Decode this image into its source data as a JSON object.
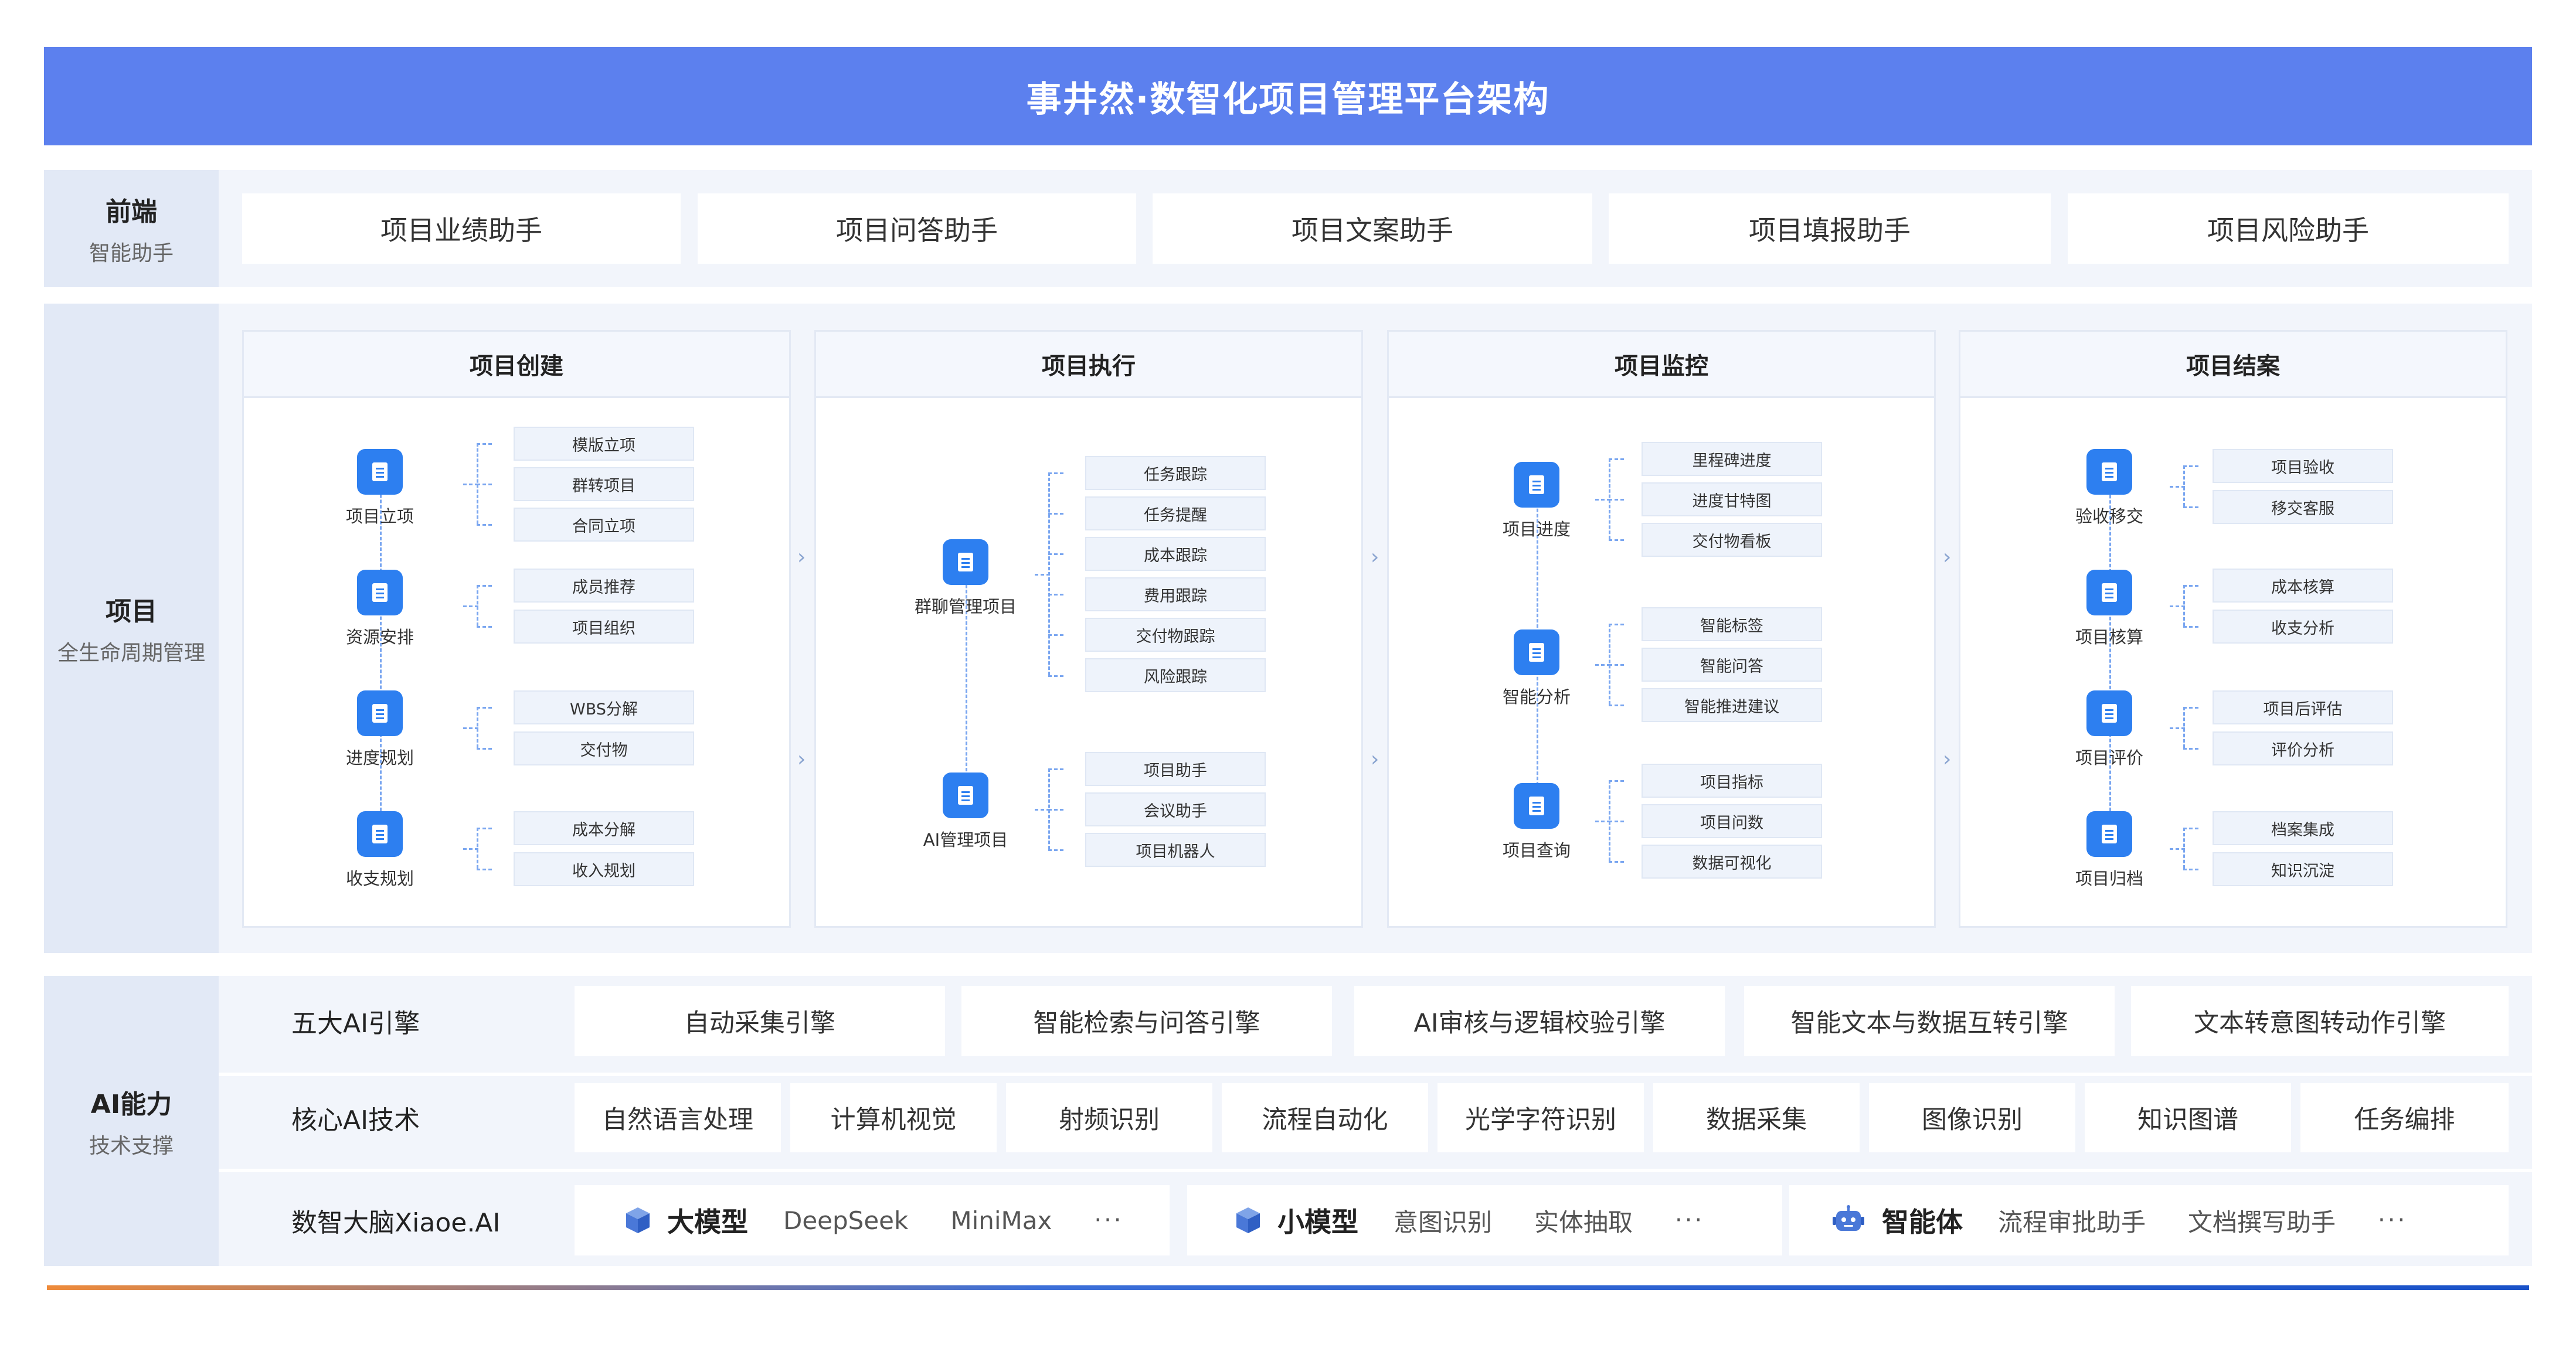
{
  "title": "事井然·数智化项目管理平台架构",
  "frontend": {
    "label_main": "前端",
    "label_sub": "智能助手",
    "cards": [
      "项目业绩助手",
      "项目问答助手",
      "项目文案助手",
      "项目填报助手",
      "项目风险助手"
    ]
  },
  "project": {
    "label_main": "项目",
    "label_sub": "全生命周期管理",
    "panels": [
      {
        "title": "项目创建",
        "groups": [
          {
            "name": "项目立项",
            "items": [
              "模版立项",
              "群转项目",
              "合同立项"
            ]
          },
          {
            "name": "资源安排",
            "items": [
              "成员推荐",
              "项目组织"
            ]
          },
          {
            "name": "进度规划",
            "items": [
              "WBS分解",
              "交付物"
            ]
          },
          {
            "name": "收支规划",
            "items": [
              "成本分解",
              "收入规划"
            ]
          }
        ]
      },
      {
        "title": "项目执行",
        "groups": [
          {
            "name": "群聊管理项目",
            "items": [
              "任务跟踪",
              "任务提醒",
              "成本跟踪",
              "费用跟踪",
              "交付物跟踪",
              "风险跟踪"
            ]
          },
          {
            "name": "AI管理项目",
            "items": [
              "项目助手",
              "会议助手",
              "项目机器人"
            ]
          }
        ]
      },
      {
        "title": "项目监控",
        "groups": [
          {
            "name": "项目进度",
            "items": [
              "里程碑进度",
              "进度甘特图",
              "交付物看板"
            ]
          },
          {
            "name": "智能分析",
            "items": [
              "智能标签",
              "智能问答",
              "智能推进建议"
            ]
          },
          {
            "name": "项目查询",
            "items": [
              "项目指标",
              "项目问数",
              "数据可视化"
            ]
          }
        ]
      },
      {
        "title": "项目结案",
        "groups": [
          {
            "name": "验收移交",
            "items": [
              "项目验收",
              "移交客服"
            ]
          },
          {
            "name": "项目核算",
            "items": [
              "成本核算",
              "收支分析"
            ]
          },
          {
            "name": "项目评价",
            "items": [
              "项目后评估",
              "评价分析"
            ]
          },
          {
            "name": "项目归档",
            "items": [
              "档案集成",
              "知识沉淀"
            ]
          }
        ]
      }
    ],
    "arrow": "›"
  },
  "ai": {
    "label_main": "AI能力",
    "label_sub": "技术支撑",
    "engines_label": "五大AI引擎",
    "engines": [
      "自动采集引擎",
      "智能检索与问答引擎",
      "AI审核与逻辑校验引擎",
      "智能文本与数据互转引擎",
      "文本转意图转动作引擎"
    ],
    "tech_label": "核心AI技术",
    "techs": [
      "自然语言处理",
      "计算机视觉",
      "射频识别",
      "流程自动化",
      "光学字符识别",
      "数据采集",
      "图像识别",
      "知识图谱",
      "任务编排"
    ],
    "brain_label": "数智大脑Xiaoe.AI",
    "brain_groups": [
      {
        "icon": "cube-icon",
        "title": "大模型",
        "items": [
          "DeepSeek",
          "MiniMax"
        ],
        "more": "···"
      },
      {
        "icon": "cube-icon",
        "title": "小模型",
        "items": [
          "意图识别",
          "实体抽取"
        ],
        "more": "···"
      },
      {
        "icon": "robot-icon",
        "title": "智能体",
        "items": [
          "流程审批助手",
          "文档撰写助手"
        ],
        "more": "···"
      }
    ]
  },
  "colors": {
    "title_bg": "#5c80ee",
    "accent": "#2d7ff0",
    "band_bg": "#f2f5fb",
    "label_bg": "#e2e9f6"
  }
}
